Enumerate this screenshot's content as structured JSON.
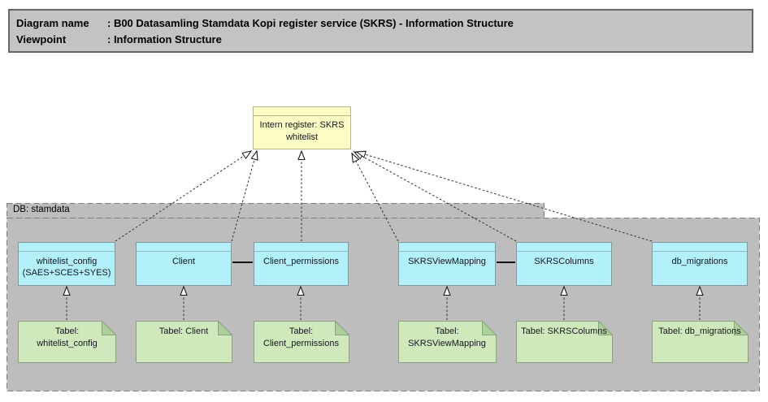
{
  "header": {
    "rows": [
      {
        "label": "Diagram name",
        "value": ": B00 Datasamling Stamdata Kopi register service (SKRS) - Information Structure"
      },
      {
        "label": "Viewpoint",
        "value": ": Information Structure"
      }
    ]
  },
  "register_note": {
    "label": "Intern register: SKRS\nwhitelist"
  },
  "db_container": {
    "label": "DB: stamdata"
  },
  "entities": [
    {
      "label": "whitelist_config\n(SAES+SCES+SYES)"
    },
    {
      "label": "Client"
    },
    {
      "label": "Client_permissions"
    },
    {
      "label": "SKRSViewMapping"
    },
    {
      "label": "SKRSColumns"
    },
    {
      "label": "db_migrations"
    }
  ],
  "tables": [
    {
      "label": "Tabel:\nwhitelist_config"
    },
    {
      "label": "Tabel: Client"
    },
    {
      "label": "Tabel:\nClient_permissions"
    },
    {
      "label": "Tabel:\nSKRSViewMapping"
    },
    {
      "label": "Tabel: SKRSColumns"
    },
    {
      "label": "Tabel: db_migrations"
    }
  ],
  "colors": {
    "header_fill": "#c3c3c3",
    "container_fill": "#bdbdbd",
    "container_border": "#7d7d7d",
    "register_fill": "#fcfcc5",
    "register_border": "#b5b586",
    "entity_fill": "#b2f0fa",
    "entity_border": "#7f999e",
    "table_fill": "#cfe9bd",
    "table_fold": "#abd098",
    "table_border": "#8ca181",
    "connector": "#2b2b2b"
  }
}
